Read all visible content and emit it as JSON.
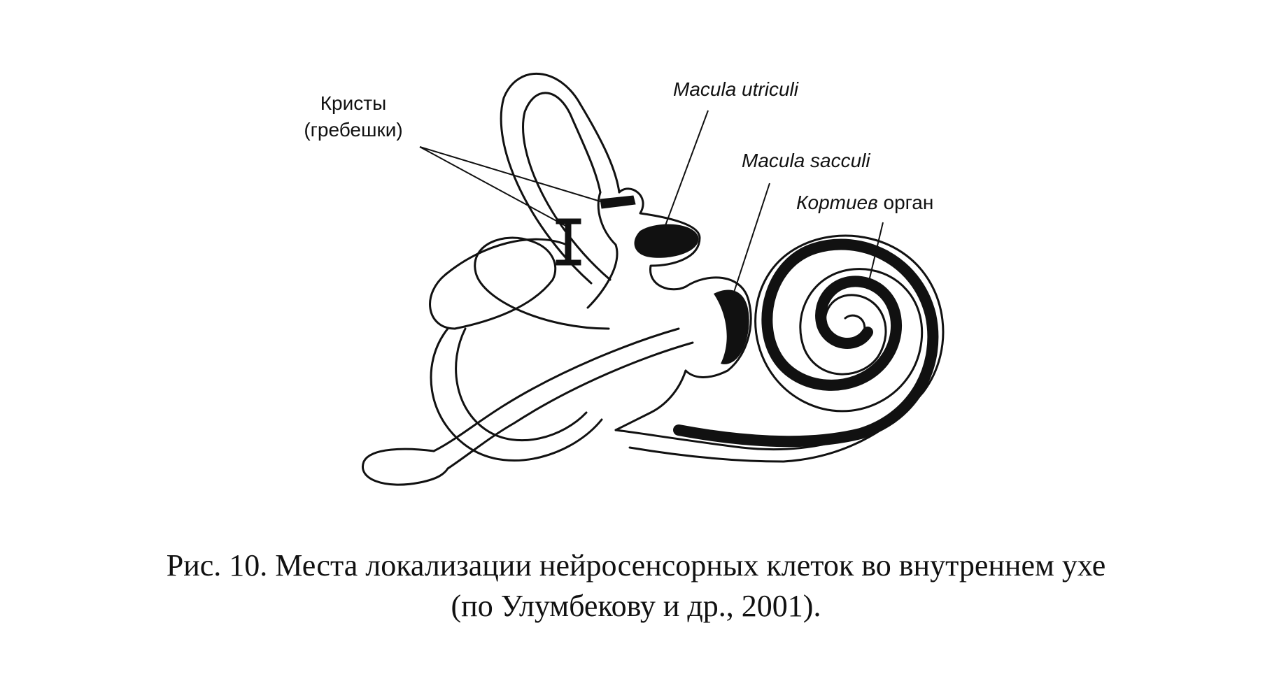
{
  "labels": {
    "cristae_line1": "Кристы",
    "cristae_line2": "(гребешки)",
    "macula_utriculi": "Macula utriculi",
    "macula_sacculi": "Macula sacculi",
    "corti_organ_italic": "Кортиев",
    "corti_organ_rest": " орган"
  },
  "caption": {
    "line1": "Рис. 10.  Места локализации нейросенсорных клеток во внутреннем ухе",
    "line2": "(по Улумбекову и др., 2001)."
  },
  "colors": {
    "ink": "#111111",
    "paper": "#ffffff"
  }
}
